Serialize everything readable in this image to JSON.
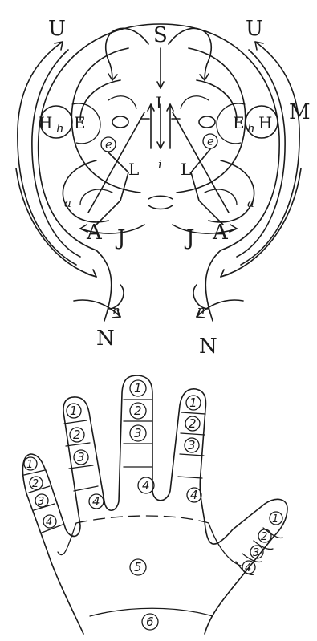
{
  "face": {
    "labels": {
      "S": "S",
      "U_left": "U",
      "U_right": "U",
      "M": "M",
      "H_left": "H",
      "H_right": "H",
      "h_left": "h",
      "h_right": "h",
      "E_left": "E",
      "E_right": "E",
      "I": "I",
      "i": "i",
      "e_left": "e",
      "e_right": "e",
      "L_left": "L",
      "L_right": "L",
      "a_left": "a",
      "a_right": "a",
      "A_left": "A",
      "A_right": "A",
      "J_left": "J",
      "J_right": "J",
      "n_left": "n",
      "n_right": "n",
      "N_left": "N",
      "N_right": "N"
    }
  },
  "hand": {
    "fingers": {
      "pinky": [
        "1",
        "2",
        "3",
        "4"
      ],
      "ring": [
        "1",
        "2",
        "3",
        "4"
      ],
      "middle": [
        "1",
        "2",
        "3",
        "4"
      ],
      "index": [
        "1",
        "2",
        "3",
        "4"
      ],
      "thumb": [
        "1",
        "2",
        "3",
        "4"
      ]
    },
    "palm": "5",
    "wrist": "6"
  }
}
